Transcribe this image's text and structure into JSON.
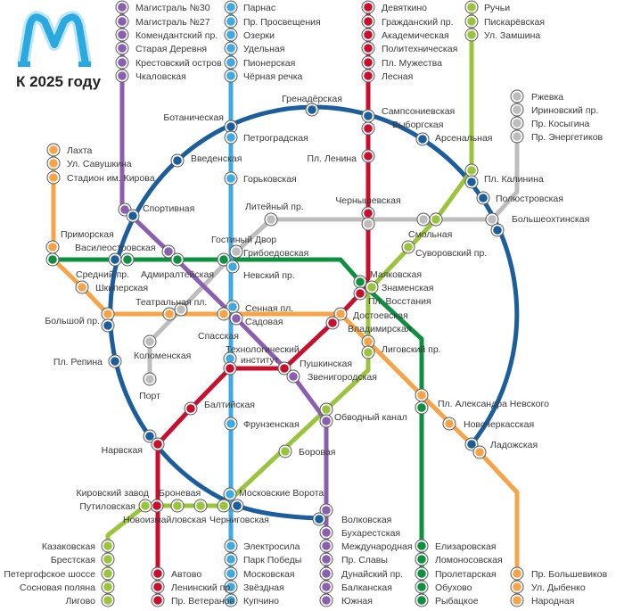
{
  "title": "К 2025 году",
  "logo_icon": "metro-logo-icon",
  "colors": {
    "purple": "#8b5fb0",
    "blue": "#3fa9e0",
    "red": "#c8102e",
    "lgreen": "#9ac43c",
    "gray": "#bdbdbd",
    "green": "#0e9040",
    "orange": "#f7a348",
    "navy": "#1b5e9b",
    "logo": "#2aa8e0"
  },
  "stations": [
    {
      "name": "Магистраль №30",
      "lines": [
        "purple"
      ]
    },
    {
      "name": "Магистраль №27",
      "lines": [
        "purple"
      ]
    },
    {
      "name": "Комендантский пр.",
      "lines": [
        "purple"
      ]
    },
    {
      "name": "Старая Деревня",
      "lines": [
        "purple"
      ]
    },
    {
      "name": "Крестовский остров",
      "lines": [
        "purple"
      ]
    },
    {
      "name": "Чкаловская",
      "lines": [
        "purple"
      ]
    },
    {
      "name": "Парнас",
      "lines": [
        "blue"
      ]
    },
    {
      "name": "Пр. Просвещения",
      "lines": [
        "blue"
      ]
    },
    {
      "name": "Озерки",
      "lines": [
        "blue"
      ]
    },
    {
      "name": "Удельная",
      "lines": [
        "blue"
      ]
    },
    {
      "name": "Пионерская",
      "lines": [
        "blue"
      ]
    },
    {
      "name": "Чёрная речка",
      "lines": [
        "blue"
      ]
    },
    {
      "name": "Девяткино",
      "lines": [
        "red"
      ]
    },
    {
      "name": "Гражданский пр.",
      "lines": [
        "red"
      ]
    },
    {
      "name": "Академическая",
      "lines": [
        "red"
      ]
    },
    {
      "name": "Политехническая",
      "lines": [
        "red"
      ]
    },
    {
      "name": "Пл. Мужества",
      "lines": [
        "red"
      ]
    },
    {
      "name": "Лесная",
      "lines": [
        "red"
      ]
    },
    {
      "name": "Ручьи",
      "lines": [
        "lgreen"
      ]
    },
    {
      "name": "Пискарёвская",
      "lines": [
        "lgreen"
      ]
    },
    {
      "name": "Ул. Замшина",
      "lines": [
        "lgreen"
      ]
    },
    {
      "name": "Ржевка",
      "lines": [
        "gray"
      ]
    },
    {
      "name": "Ириновский пр.",
      "lines": [
        "gray"
      ]
    },
    {
      "name": "Пр. Косыгина",
      "lines": [
        "gray"
      ]
    },
    {
      "name": "Пр. Энергетиков",
      "lines": [
        "gray"
      ]
    },
    {
      "name": "Лахта",
      "lines": [
        "orange"
      ]
    },
    {
      "name": "Ул. Савушкина",
      "lines": [
        "orange"
      ]
    },
    {
      "name": "Стадион им. Кирова",
      "lines": [
        "orange"
      ]
    },
    {
      "name": "Гренадёрская",
      "lines": [
        "navy"
      ]
    },
    {
      "name": "Ботаническая",
      "lines": [
        "navy"
      ]
    },
    {
      "name": "Петроградская",
      "lines": [
        "blue"
      ]
    },
    {
      "name": "Сампсониевская",
      "lines": [
        "navy"
      ]
    },
    {
      "name": "Выборгская",
      "lines": [
        "red"
      ]
    },
    {
      "name": "Арсенальная",
      "lines": [
        "navy"
      ]
    },
    {
      "name": "Введенская",
      "lines": [
        "navy"
      ]
    },
    {
      "name": "Пл. Ленина",
      "lines": [
        "red"
      ]
    },
    {
      "name": "Горьковская",
      "lines": [
        "blue"
      ]
    },
    {
      "name": "Пл. Калинина",
      "lines": [
        "lgreen",
        "navy"
      ]
    },
    {
      "name": "Полюстровская",
      "lines": [
        "navy"
      ]
    },
    {
      "name": "Спортивная",
      "lines": [
        "purple",
        "navy"
      ]
    },
    {
      "name": "Литейный пр.",
      "lines": [
        "gray"
      ]
    },
    {
      "name": "Чернышевская",
      "lines": [
        "red",
        "gray"
      ]
    },
    {
      "name": "Большеохтинская",
      "lines": [
        "gray",
        "navy"
      ]
    },
    {
      "name": "Смольная",
      "lines": [
        "gray",
        "lgreen"
      ]
    },
    {
      "name": "Суворовский пр.",
      "lines": [
        "lgreen"
      ]
    },
    {
      "name": "Приморская",
      "lines": [
        "orange",
        "green"
      ]
    },
    {
      "name": "Василеостровская",
      "lines": [
        "navy",
        "green"
      ]
    },
    {
      "name": "Адмиралтейская",
      "lines": [
        "purple",
        "green"
      ]
    },
    {
      "name": "Гостиный Двор",
      "lines": [
        "green"
      ]
    },
    {
      "name": "Грибоедовская",
      "lines": [
        "gray"
      ]
    },
    {
      "name": "Невский пр.",
      "lines": [
        "blue"
      ]
    },
    {
      "name": "Маяковская",
      "lines": [
        "green"
      ]
    },
    {
      "name": "Знаменская",
      "lines": [
        "lgreen"
      ]
    },
    {
      "name": "Пл. Восстания",
      "lines": [
        "red"
      ]
    },
    {
      "name": "Средний пр.",
      "lines": []
    },
    {
      "name": "Шкиперская",
      "lines": [
        "orange"
      ]
    },
    {
      "name": "Большой пр.",
      "lines": [
        "orange",
        "navy"
      ]
    },
    {
      "name": "Театральная пл.",
      "lines": [
        "orange",
        "gray"
      ]
    },
    {
      "name": "Сенная пл.",
      "lines": [
        "blue"
      ]
    },
    {
      "name": "Спасская",
      "lines": [
        "orange"
      ]
    },
    {
      "name": "Садовая",
      "lines": [
        "purple"
      ]
    },
    {
      "name": "Достоевская",
      "lines": [
        "orange"
      ]
    },
    {
      "name": "Владимирская",
      "lines": [
        "red"
      ]
    },
    {
      "name": "Коломенская",
      "lines": [
        "gray"
      ]
    },
    {
      "name": "Порт",
      "lines": [
        "gray"
      ]
    },
    {
      "name": "Пл. Репина",
      "lines": [
        "navy"
      ]
    },
    {
      "name": "Лиговский пр.",
      "lines": [
        "orange",
        "lgreen"
      ]
    },
    {
      "name": "Технологический",
      "name2": "институт",
      "lines": [
        "blue",
        "red"
      ]
    },
    {
      "name": "Пушкинская",
      "lines": [
        "red"
      ]
    },
    {
      "name": "Звенигородская",
      "lines": [
        "purple"
      ]
    },
    {
      "name": "Пл. Александра Невского",
      "lines": [
        "orange",
        "green"
      ]
    },
    {
      "name": "Балтийская",
      "lines": [
        "red"
      ]
    },
    {
      "name": "Обводный канал",
      "lines": [
        "lgreen",
        "purple"
      ]
    },
    {
      "name": "Фрунзенская",
      "lines": [
        "blue"
      ]
    },
    {
      "name": "Новочеркасская",
      "lines": [
        "orange"
      ]
    },
    {
      "name": "Нарвская",
      "lines": [
        "navy",
        "red"
      ]
    },
    {
      "name": "Ладожская",
      "lines": [
        "navy",
        "orange"
      ]
    },
    {
      "name": "Боровая",
      "lines": [
        "lgreen"
      ]
    },
    {
      "name": "Московские Ворота",
      "lines": [
        "blue",
        "navy"
      ]
    },
    {
      "name": "Кировский завод",
      "lines": [
        "red"
      ]
    },
    {
      "name": "Путиловская",
      "lines": [
        "lgreen"
      ]
    },
    {
      "name": "Броневая",
      "lines": [
        "lgreen"
      ]
    },
    {
      "name": "Новоизмайловская",
      "lines": [
        "lgreen"
      ]
    },
    {
      "name": "Черниговская",
      "lines": [
        "lgreen"
      ]
    },
    {
      "name": "Волковская",
      "lines": [
        "purple",
        "navy"
      ]
    },
    {
      "name": "Бухарестская",
      "lines": [
        "purple"
      ]
    },
    {
      "name": "Международная",
      "lines": [
        "purple"
      ]
    },
    {
      "name": "Пр. Славы",
      "lines": [
        "purple"
      ]
    },
    {
      "name": "Дунайский пр.",
      "lines": [
        "purple"
      ]
    },
    {
      "name": "Балканская",
      "lines": [
        "purple"
      ]
    },
    {
      "name": "Южная",
      "lines": [
        "purple"
      ]
    },
    {
      "name": "Электросила",
      "lines": [
        "blue"
      ]
    },
    {
      "name": "Парк Победы",
      "lines": [
        "blue"
      ]
    },
    {
      "name": "Московская",
      "lines": [
        "blue"
      ]
    },
    {
      "name": "Звёздная",
      "lines": [
        "blue"
      ]
    },
    {
      "name": "Купчино",
      "lines": [
        "blue"
      ]
    },
    {
      "name": "Автово",
      "lines": [
        "red"
      ]
    },
    {
      "name": "Ленинский пр.",
      "lines": [
        "red"
      ]
    },
    {
      "name": "Пр. Ветеранов",
      "lines": [
        "red"
      ]
    },
    {
      "name": "Елизаровская",
      "lines": [
        "green"
      ]
    },
    {
      "name": "Ломоносовская",
      "lines": [
        "green"
      ]
    },
    {
      "name": "Пролетарская",
      "lines": [
        "green"
      ]
    },
    {
      "name": "Обухово",
      "lines": [
        "green"
      ]
    },
    {
      "name": "Рыбацкое",
      "lines": [
        "green"
      ]
    },
    {
      "name": "Казаковская",
      "lines": [
        "lgreen"
      ]
    },
    {
      "name": "Брестская",
      "lines": [
        "lgreen"
      ]
    },
    {
      "name": "Петергофское шоссе",
      "lines": [
        "lgreen"
      ]
    },
    {
      "name": "Сосновая поляна",
      "lines": [
        "lgreen"
      ]
    },
    {
      "name": "Лигово",
      "lines": [
        "lgreen"
      ]
    },
    {
      "name": "Пр. Большевиков",
      "lines": [
        "orange"
      ]
    },
    {
      "name": "Ул. Дыбенко",
      "lines": [
        "orange"
      ]
    },
    {
      "name": "Народная",
      "lines": [
        "orange"
      ]
    }
  ]
}
